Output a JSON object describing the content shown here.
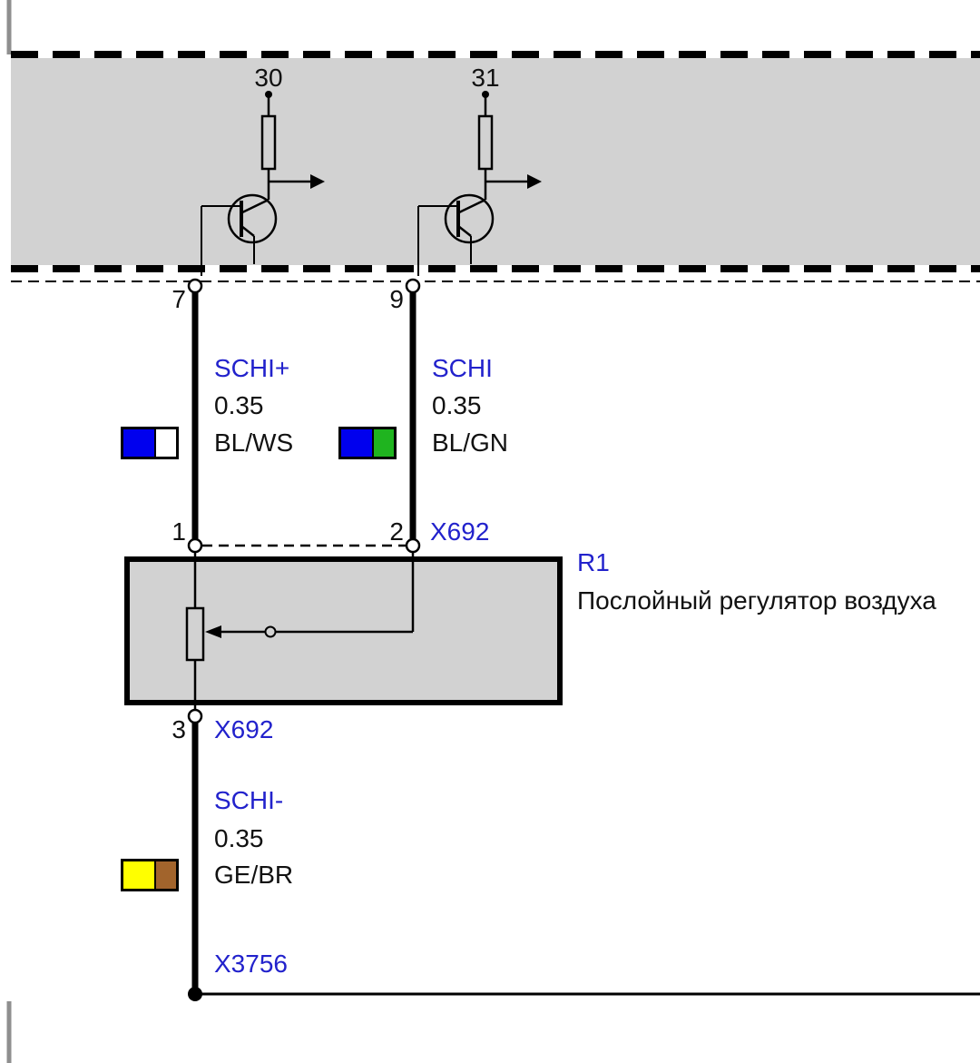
{
  "module": {
    "supply_pins": [
      {
        "number": "30"
      },
      {
        "number": "31"
      }
    ],
    "out_pins": [
      {
        "number": "7"
      },
      {
        "number": "9"
      }
    ]
  },
  "wires": [
    {
      "signal": "SCHI+",
      "size": "0.35",
      "code": "BL/WS",
      "color1": "#0000ee",
      "color2": "#ffffff"
    },
    {
      "signal": "SCHI",
      "size": "0.35",
      "code": "BL/GN",
      "color1": "#0000ee",
      "color2": "#1fb41f"
    },
    {
      "signal": "SCHI-",
      "size": "0.35",
      "code": "GE/BR",
      "color1": "#ffff00",
      "color2": "#a2642c"
    }
  ],
  "component": {
    "id": "R1",
    "name": "Послойный регулятор воздуха",
    "top_connector": {
      "label": "X692",
      "pins": [
        {
          "number": "1"
        },
        {
          "number": "2"
        }
      ]
    },
    "bottom_connector": {
      "label": "X692",
      "pin": "3"
    }
  },
  "splice": {
    "label": "X3756"
  },
  "colors": {
    "label_blue": "#2222cc",
    "band_gray": "#d2d2d2",
    "line_black": "#000000",
    "frame_gray": "#8f8f8f"
  }
}
